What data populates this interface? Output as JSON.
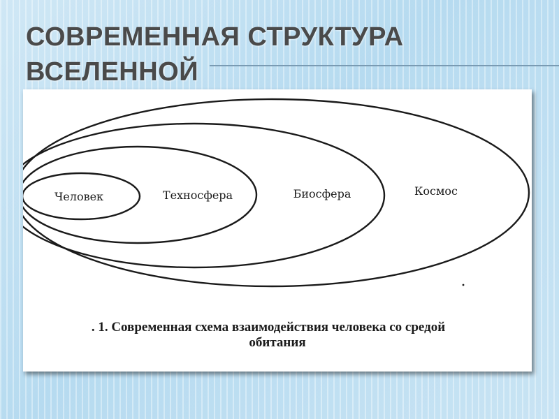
{
  "title": {
    "line1": "СОВРЕМЕННАЯ СТРУКТУРА",
    "line2": "ВСЕЛЕННОЙ"
  },
  "diagram": {
    "regions": [
      {
        "name": "person",
        "label": "Человек"
      },
      {
        "name": "technosphere",
        "label": "Техносфера"
      },
      {
        "name": "biosphere",
        "label": "Биосфера"
      },
      {
        "name": "cosmos",
        "label": "Космос"
      }
    ],
    "caption_line1": ". 1. Современная схема взаимодействия человека со средой",
    "caption_line2": "обитания"
  }
}
